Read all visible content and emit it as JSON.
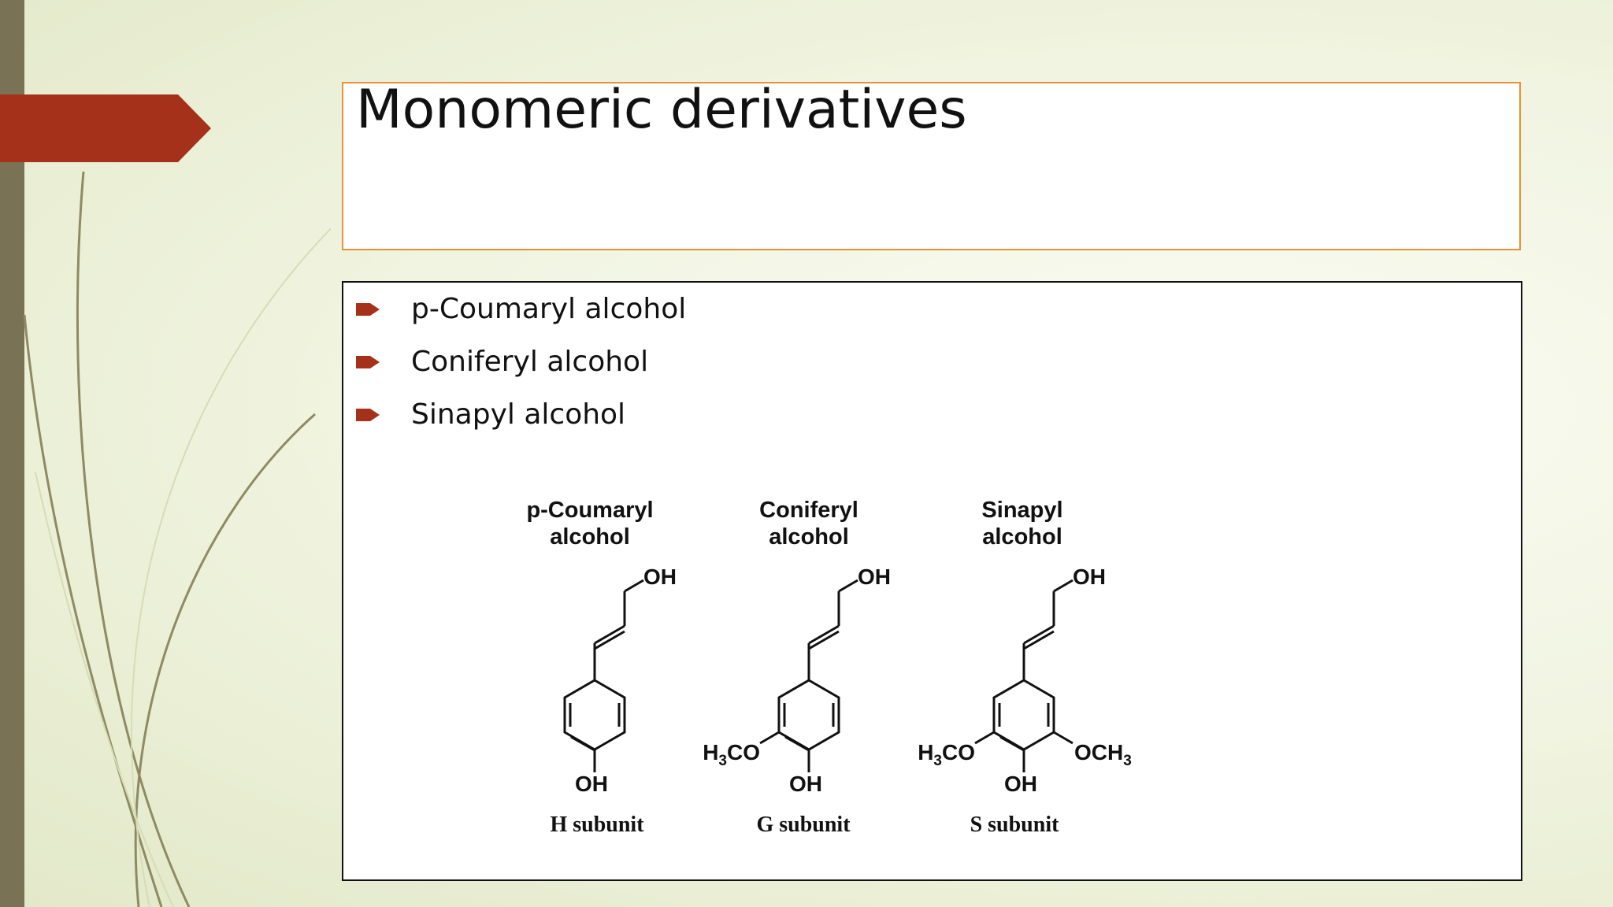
{
  "slide": {
    "title": "Monomeric derivatives",
    "bullets": [
      "p-Coumaryl alcohol",
      "Coniferyl alcohol",
      "Sinapyl alcohol"
    ]
  },
  "figure": {
    "monomers": [
      {
        "name_line1": "p-Coumaryl",
        "name_line2": "alcohol",
        "top_group": "OH",
        "bottom_group": "OH",
        "left_group": "",
        "right_group": "",
        "subunit": "H subunit"
      },
      {
        "name_line1": "Coniferyl",
        "name_line2": "alcohol",
        "top_group": "OH",
        "bottom_group": "OH",
        "left_group": "H3CO",
        "right_group": "",
        "subunit": "G subunit"
      },
      {
        "name_line1": "Sinapyl",
        "name_line2": "alcohol",
        "top_group": "OH",
        "bottom_group": "OH",
        "left_group": "H3CO",
        "right_group": "OCH3",
        "subunit": "S subunit"
      }
    ]
  },
  "theme": {
    "accent": "#a5311a",
    "sidebar": "#7a7255",
    "title_border": "#e8913a"
  }
}
